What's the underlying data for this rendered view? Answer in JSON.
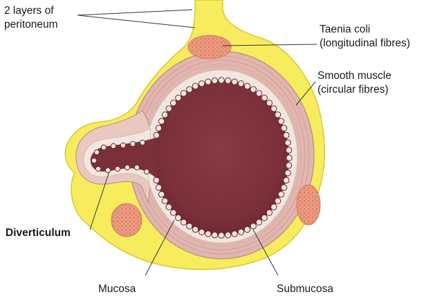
{
  "labels": {
    "peritoneum": [
      "2 layers of",
      "peritoneum"
    ],
    "taenia": [
      "Taenia coli",
      "(longitudinal fibres)"
    ],
    "smooth_muscle": [
      "Smooth muscle",
      "(circular fibres)"
    ],
    "diverticulum": "Diverticulum",
    "mucosa": "Mucosa",
    "submucosa": "Submucosa"
  },
  "colors": {
    "peritoneum_fill": "#f7ec5e",
    "peritoneum_edge": "#d8c730",
    "muscle": "#e2b6ae",
    "muscle_line": "#b98a82",
    "submucosa": "#f2e7de",
    "mucosa": "#8e3d45",
    "mucosa_dark": "#6a2630",
    "taenia": "#ec9a80",
    "leader": "#333333"
  }
}
